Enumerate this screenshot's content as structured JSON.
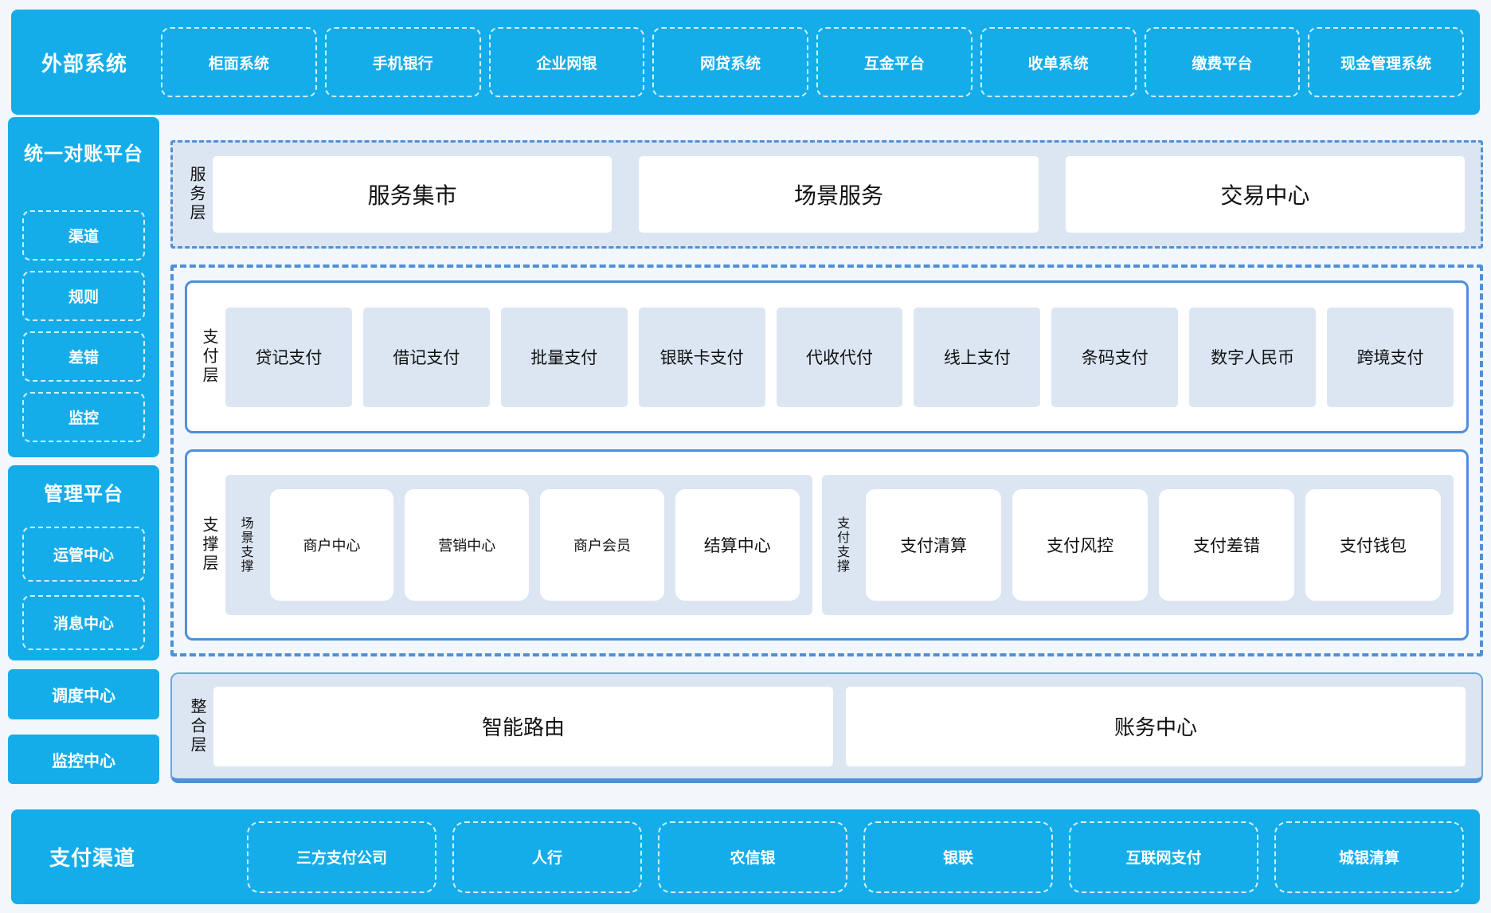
{
  "colors": {
    "cyan": "#14ADE9",
    "blue_border": "#4E90D9",
    "panel_bg": "#DCE6F3",
    "page_bg": "#F2F7FC",
    "box_bg": "#FFFFFF",
    "text_dark": "#111111",
    "text_light": "#FFFFFF"
  },
  "external_systems": {
    "title": "外部系统",
    "items": [
      "柜面系统",
      "手机银行",
      "企业网银",
      "网贷系统",
      "互金平台",
      "收单系统",
      "缴费平台",
      "现金管理系统"
    ]
  },
  "sidebar": {
    "reconciliation": {
      "title": "统一对账平台",
      "items": [
        "渠道",
        "规则",
        "差错",
        "监控"
      ]
    },
    "management": {
      "title": "管理平台",
      "items": [
        "运管中心",
        "消息中心"
      ]
    },
    "dispatch_center": "调度中心",
    "monitor_center": "监控中心"
  },
  "service_layer": {
    "label": "服务层",
    "items": [
      "服务集市",
      "场景服务",
      "交易中心"
    ]
  },
  "payment_layer": {
    "label": "支付层",
    "items": [
      "贷记支付",
      "借记支付",
      "批量支付",
      "银联卡支付",
      "代收代付",
      "线上支付",
      "条码支付",
      "数字人民币",
      "跨境支付"
    ]
  },
  "support_layer": {
    "label": "支撑层",
    "scene_group": {
      "label": "场景支撑",
      "items": [
        "商户中心",
        "营销中心",
        "商户会员",
        "结算中心"
      ]
    },
    "payment_group": {
      "label": "支付支撑",
      "items": [
        "支付清算",
        "支付风控",
        "支付差错",
        "支付钱包"
      ]
    }
  },
  "integration_layer": {
    "label": "整合层",
    "items": [
      "智能路由",
      "账务中心"
    ]
  },
  "payment_channels": {
    "title": "支付渠道",
    "items": [
      "三方支付公司",
      "人行",
      "农信银",
      "银联",
      "互联网支付",
      "城银清算"
    ]
  }
}
